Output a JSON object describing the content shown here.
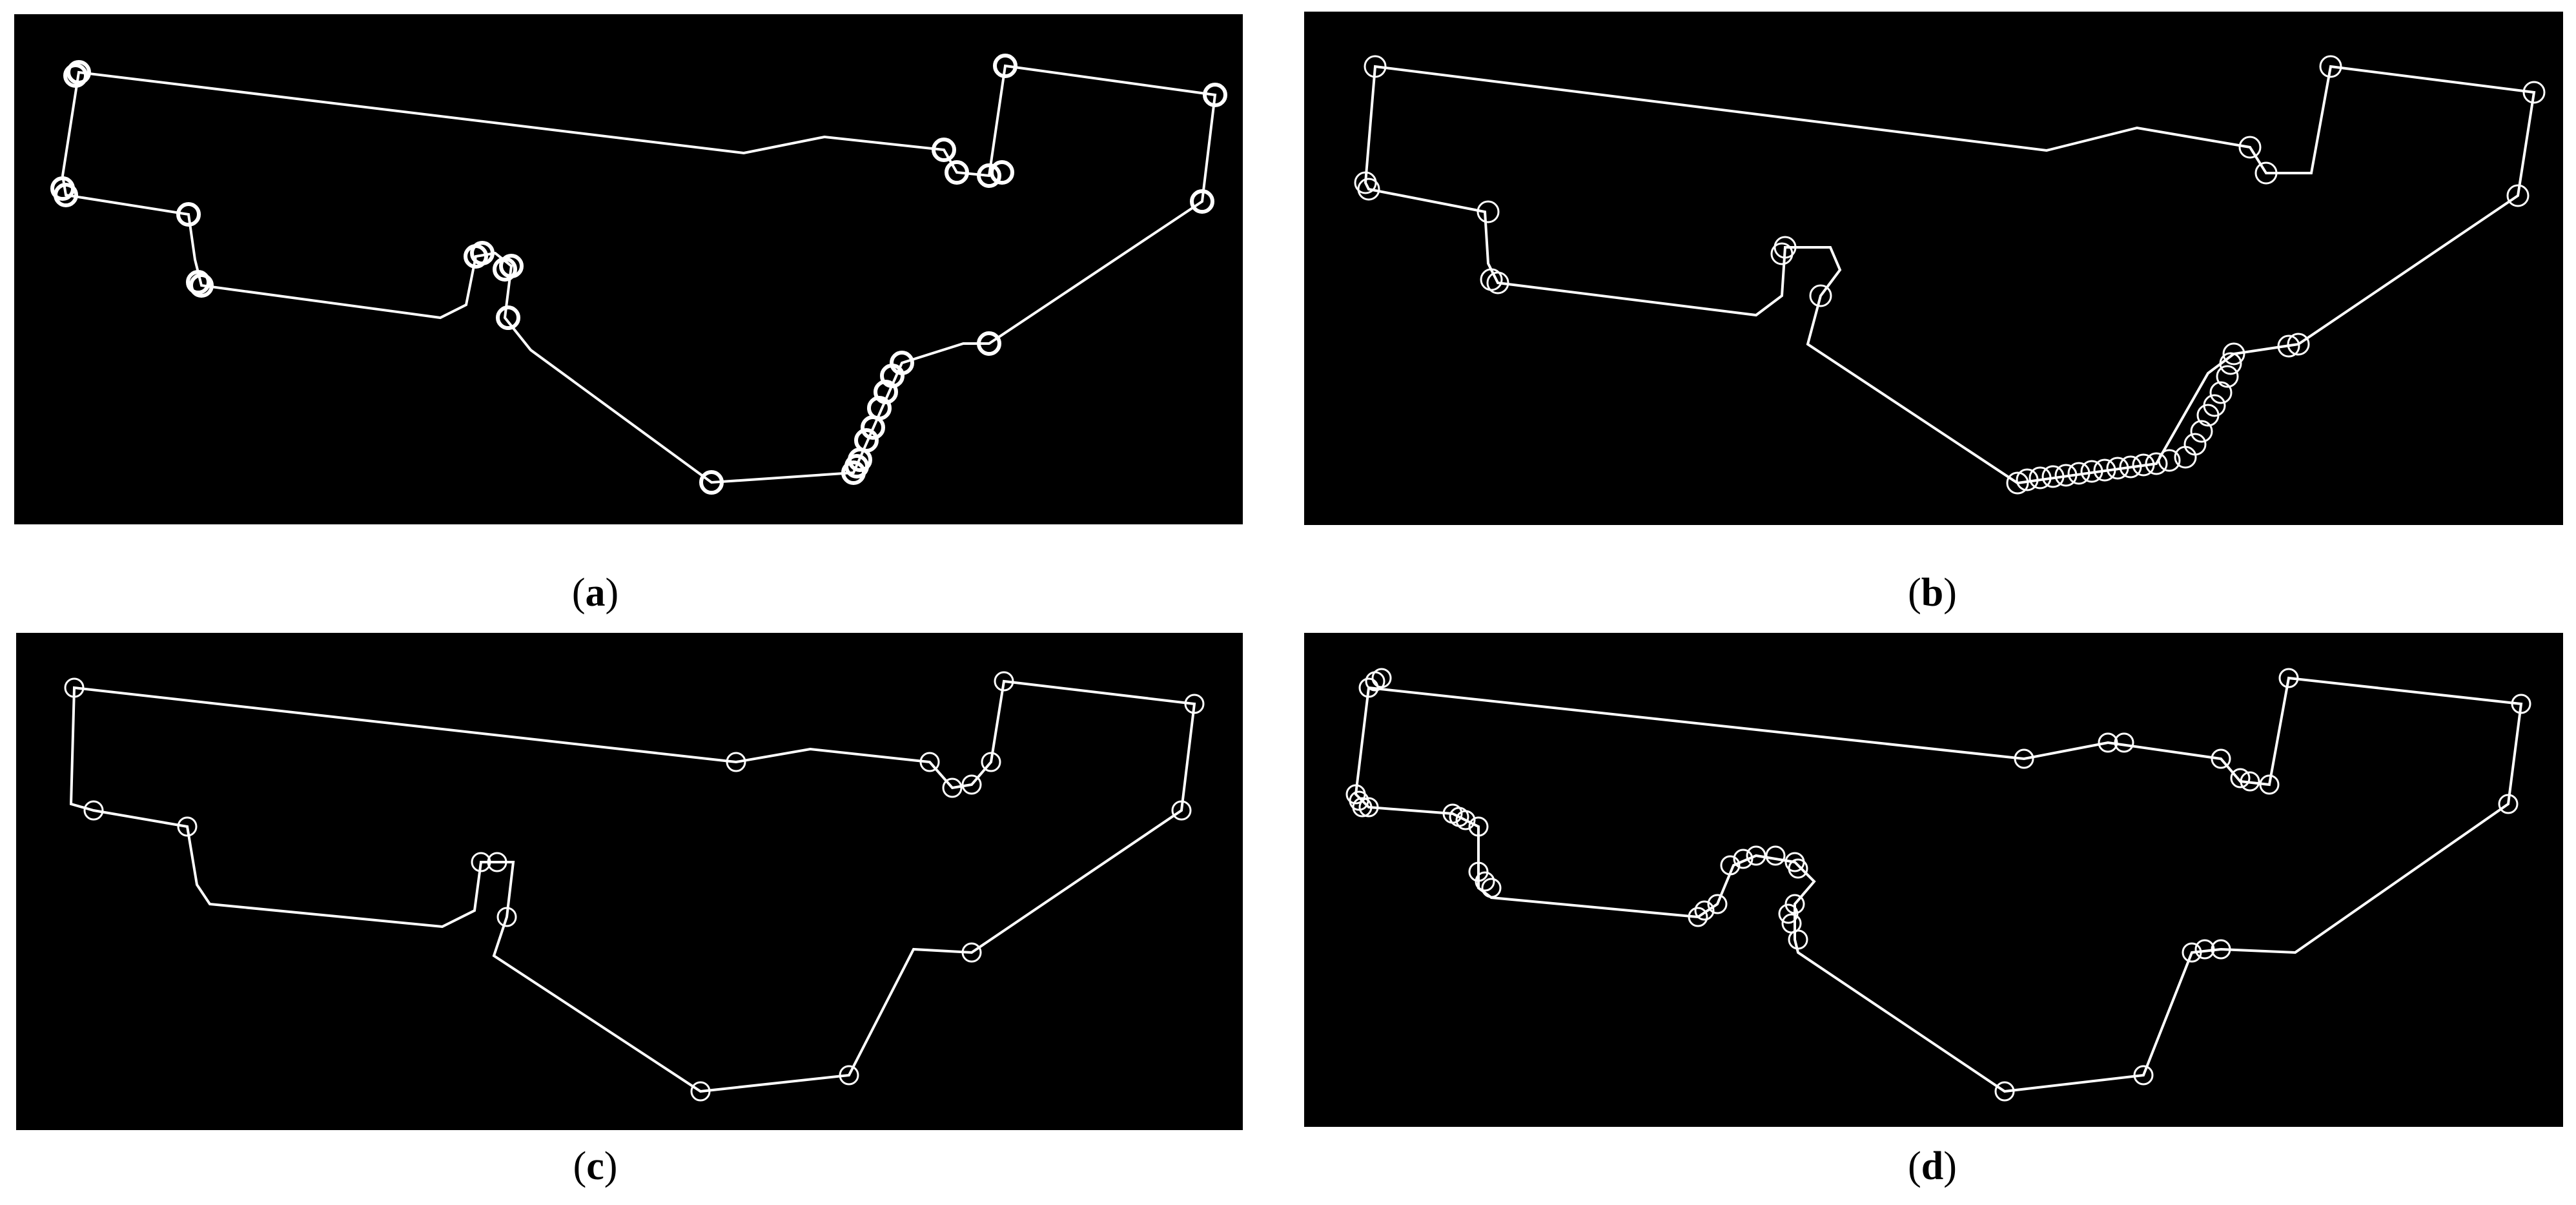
{
  "panels": [
    {
      "id": "a",
      "label": "a"
    },
    {
      "id": "b",
      "label": "b"
    },
    {
      "id": "c",
      "label": "c"
    },
    {
      "id": "d",
      "label": "d"
    }
  ],
  "colors": {
    "background": "#000000",
    "route": "#ffffff",
    "marker": "#ffffff"
  }
}
